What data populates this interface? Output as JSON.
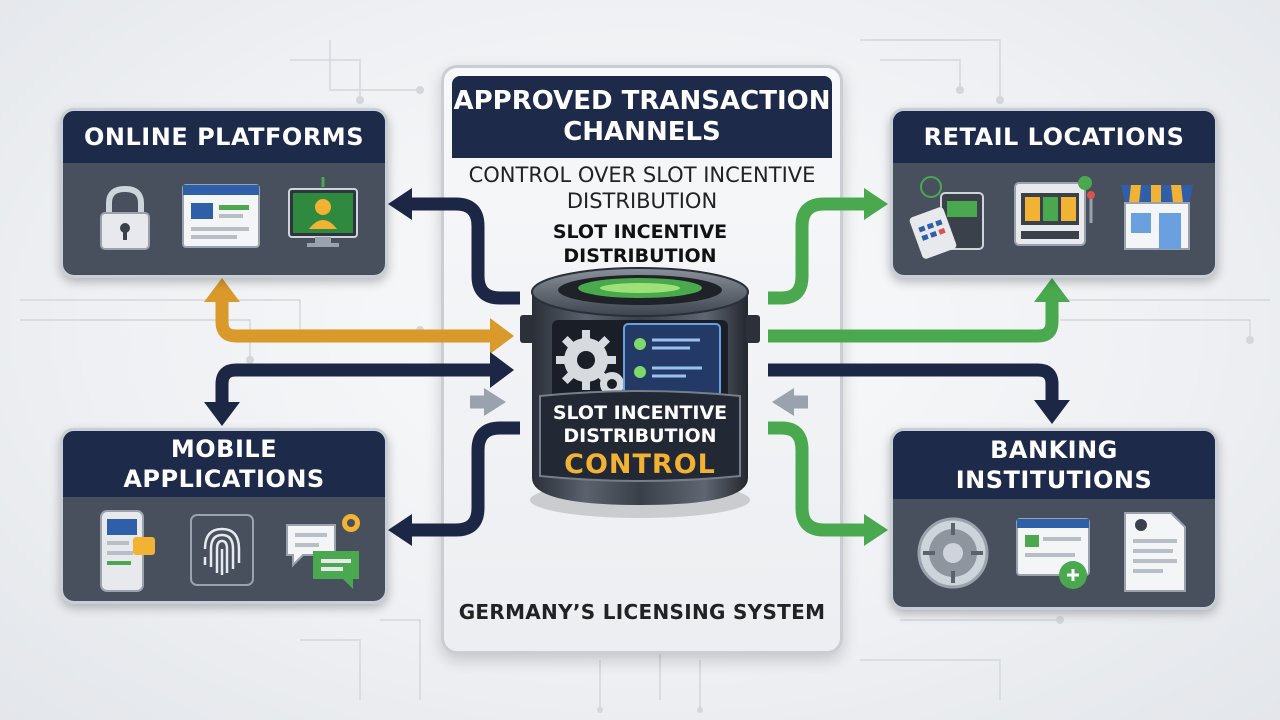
{
  "center": {
    "title": "APPROVED TRANSACTION CHANNELS",
    "subtitle": "CONTROL OVER SLOT INCENTIVE DISTRIBUTION",
    "subtitle2": "SLOT INCENTIVE DISTRIBUTION",
    "cylinder_label": "SLOT INCENTIVE DISTRIBUTION",
    "cylinder_control": "CONTROL",
    "footer": "GERMANY’S LICENSING SYSTEM"
  },
  "panels": {
    "online": {
      "title": "ONLINE PLATFORMS",
      "icons": [
        "lock-icon",
        "browser-window-icon",
        "user-monitor-icon"
      ]
    },
    "retail": {
      "title": "RETAIL LOCATIONS",
      "icons": [
        "payment-terminal-icon",
        "slot-machine-icon",
        "storefront-icon"
      ]
    },
    "mobile": {
      "title": "MOBILE APPLICATIONS",
      "icons": [
        "smartphone-icon",
        "fingerprint-icon",
        "chat-bubbles-icon"
      ]
    },
    "banking": {
      "title": "BANKING INSTITUTIONS",
      "icons": [
        "vault-icon",
        "bank-document-icon",
        "certificate-icon"
      ]
    }
  },
  "colors": {
    "navy": "#1e2a4a",
    "panel_body": "#48505e",
    "arrow_navy": "#1c2745",
    "arrow_orange": "#d99a2b",
    "arrow_green": "#4aa84f",
    "arrow_gray": "#9aa2ad",
    "accent_gold": "#f2b233"
  }
}
